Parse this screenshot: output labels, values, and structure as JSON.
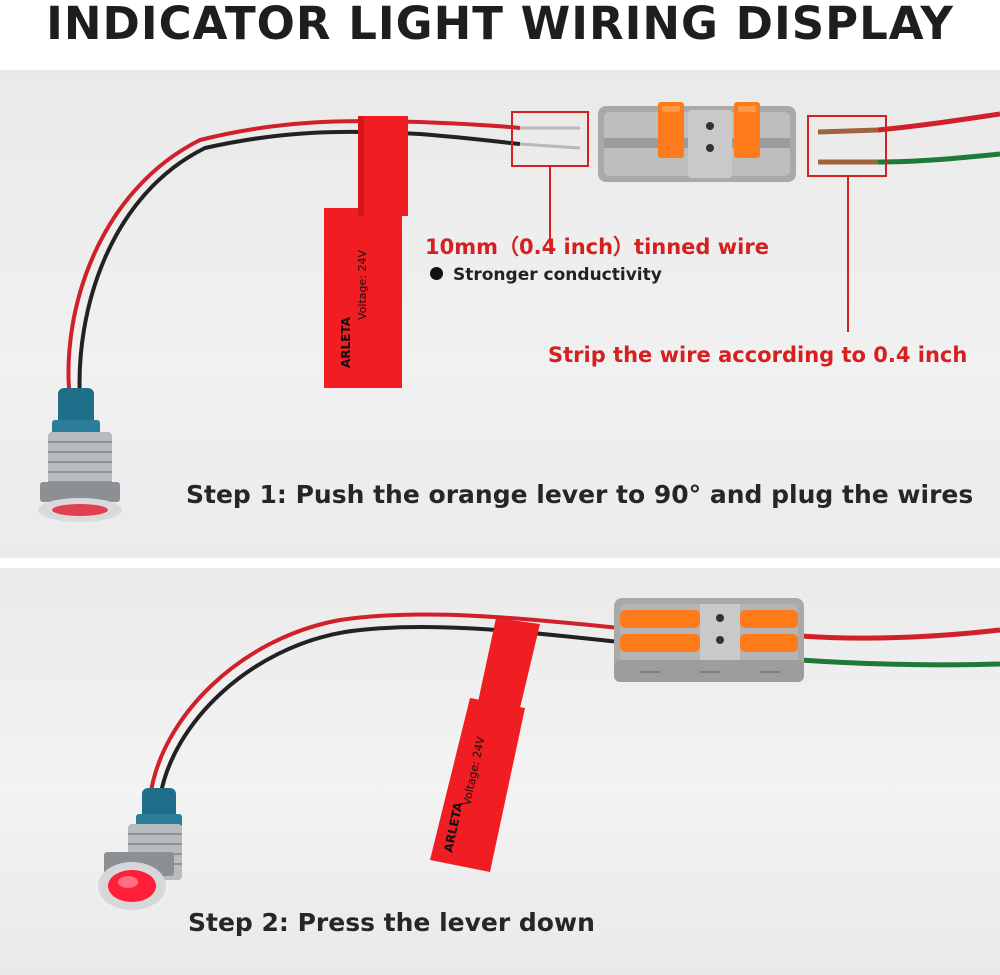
{
  "header": {
    "title": "INDICATOR LIGHT WIRING DISPLAY"
  },
  "step1": {
    "tinned_wire_label": "10mm（0.4 inch）tinned wire",
    "bullet_text": "Stronger conductivity",
    "strip_label": "Strip the wire according to 0.4 inch",
    "step_text": "Step 1: Push the orange lever to 90° and plug the wires",
    "tag_brand": "ARLETA",
    "tag_voltage": "Voltage: 24V"
  },
  "step2": {
    "step_text": "Step 2: Press the lever down",
    "tag_brand": "ARLETA",
    "tag_voltage": "Voltage: 24V"
  },
  "colors": {
    "annotation_red": "#d4201f",
    "wire_red": "#d0202a",
    "wire_green": "#1f7a3a",
    "lever_orange": "#ff7a1a",
    "connector_gray": "#a9a9a9",
    "tag_red": "#f01e22",
    "led_teal": "#1f6f8a"
  }
}
